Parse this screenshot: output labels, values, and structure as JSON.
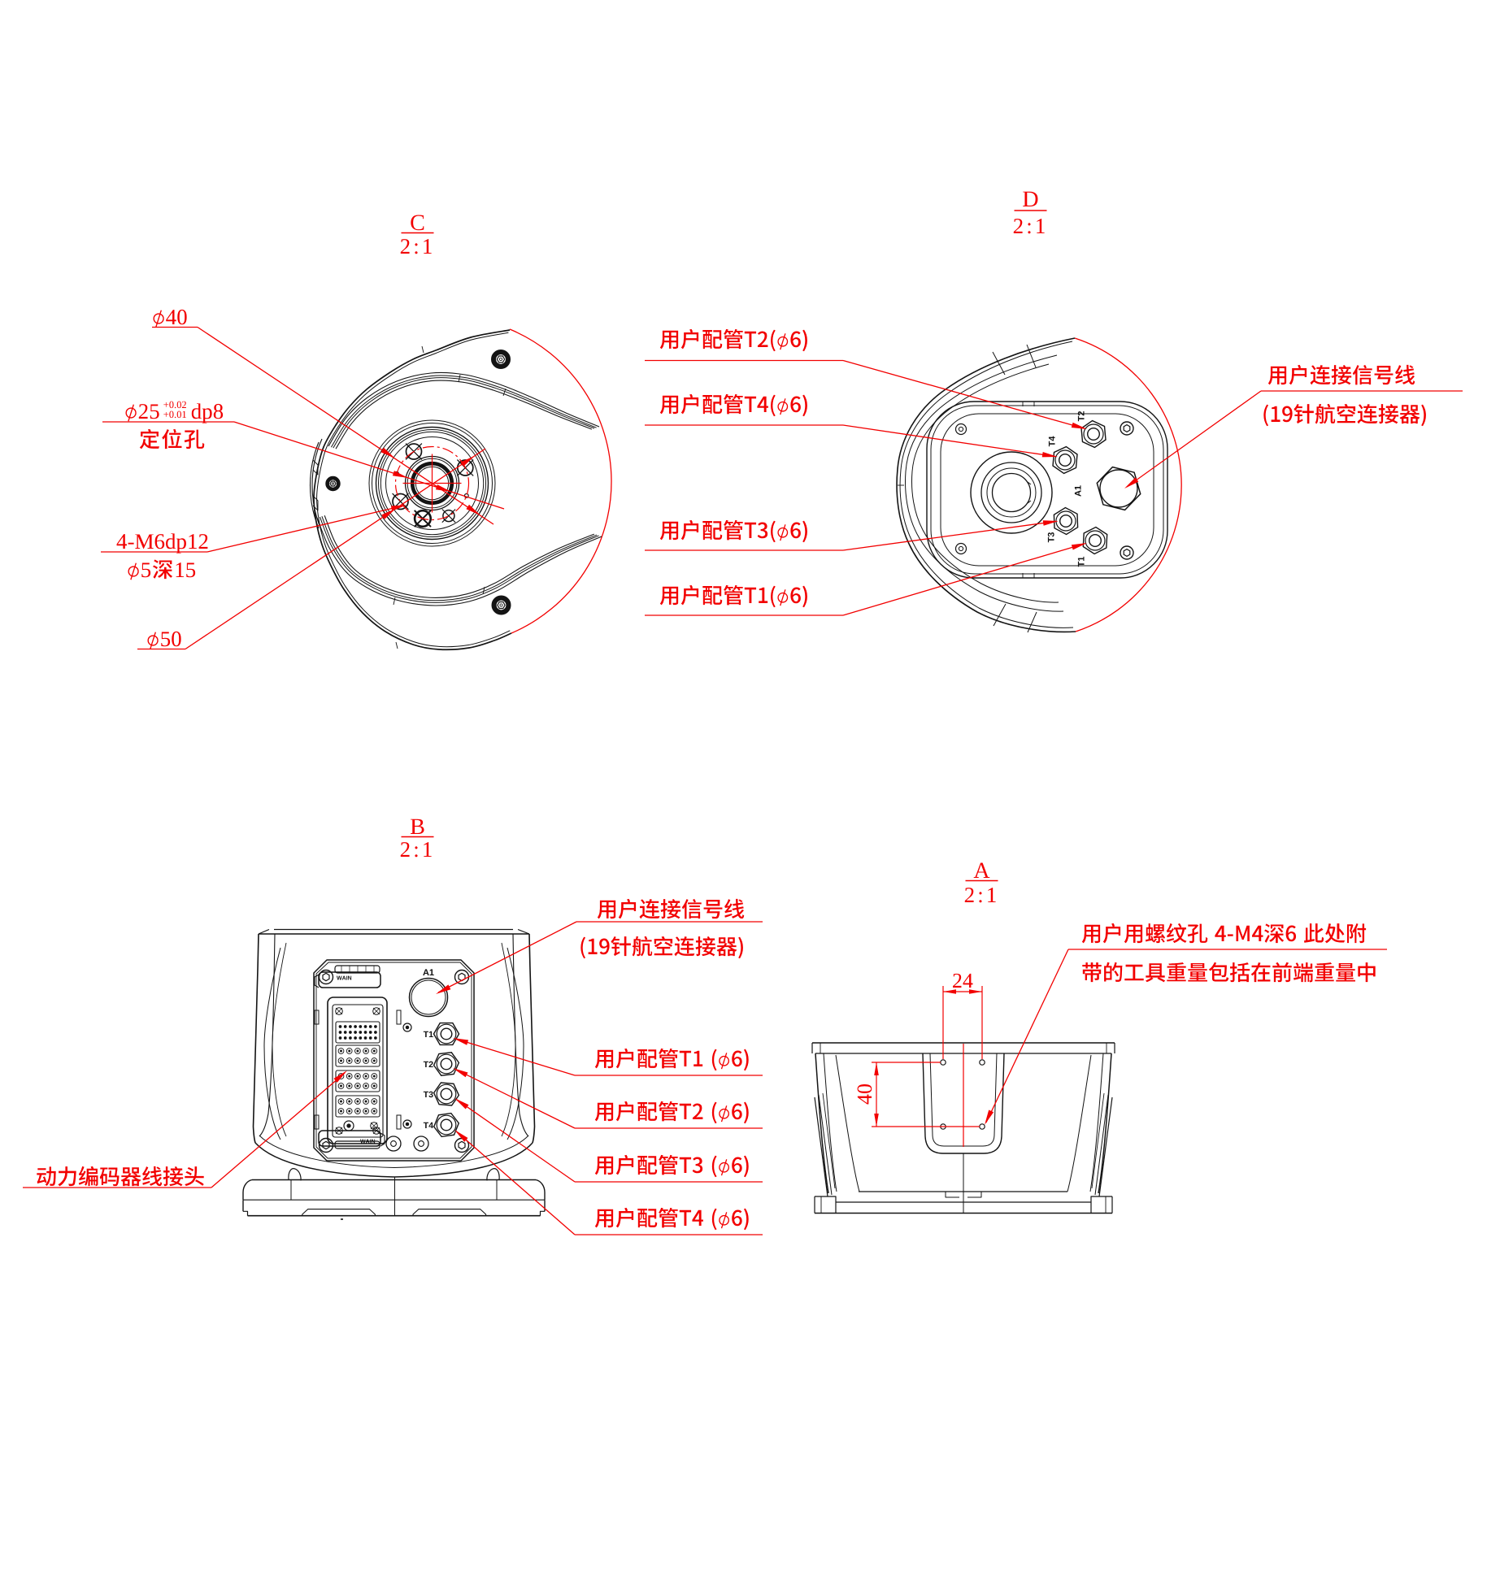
{
  "document": {
    "type": "engineering-drawing",
    "language": "zh-CN",
    "background_color": "#ffffff",
    "line_color": "#141414",
    "annotation_color": "#f20000",
    "detail_scale": "2:1"
  },
  "views": {
    "c": {
      "id": "C",
      "scale": "2:1",
      "labels": {
        "dia40": "φ40",
        "dia25": "φ25",
        "dia25_tol_upper": "+0.02",
        "dia25_tol_lower": "+0.01",
        "dia25_suffix": "dp8",
        "dia25_name": "定位孔",
        "thread": "4-M6dp12",
        "pin_hole": "φ5深15",
        "dia50": "φ50"
      }
    },
    "d": {
      "id": "D",
      "scale": "2:1",
      "labels": {
        "pipe_t2": "用户配管T2(φ6)",
        "pipe_t4": "用户配管T4(φ6)",
        "pipe_t3": "用户配管T3(φ6)",
        "pipe_t1": "用户配管T1(φ6)",
        "signal_1": "用户连接信号线",
        "signal_2": "(19针航空连接器)"
      },
      "ports": {
        "t1": "T1",
        "t2": "T2",
        "t3": "T3",
        "t4": "T4",
        "a1": "A1"
      }
    },
    "b": {
      "id": "B",
      "scale": "2:1",
      "labels": {
        "signal_1": "用户连接信号线",
        "signal_2": "(19针航空连接器)",
        "pipe_t1": "用户配管T1 (φ6)",
        "pipe_t2": "用户配管T2 (φ6)",
        "pipe_t3": "用户配管T3 (φ6)",
        "pipe_t4": "用户配管T4 (φ6)",
        "encoder": "动力编码器线接头"
      },
      "ports": {
        "a1": "A1",
        "t1": "T1",
        "t2": "T2",
        "t3": "T3",
        "t4": "T4",
        "brand": "WAIN"
      }
    },
    "a": {
      "id": "A",
      "scale": "2:1",
      "labels": {
        "note_1": "用户用螺纹孔 4-M4深6 此处附",
        "note_2": "带的工具重量包括在前端重量中"
      },
      "dimensions": {
        "width": "24",
        "height": "40"
      }
    }
  }
}
